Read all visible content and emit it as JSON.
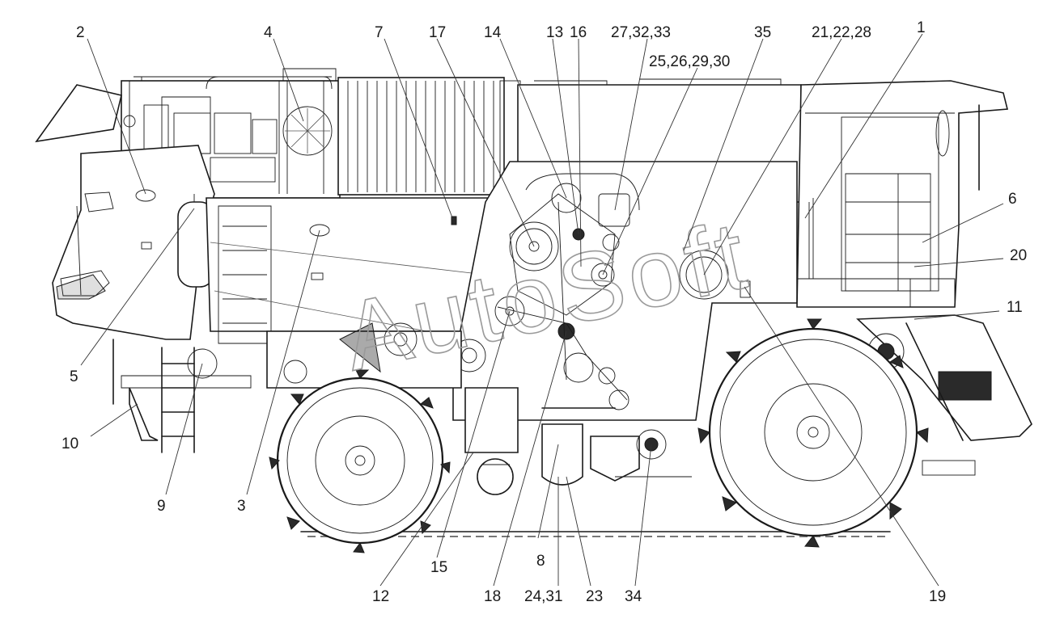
{
  "watermark": "AutoSoft",
  "labels": {
    "l1": "1",
    "l2": "2",
    "l3": "3",
    "l4": "4",
    "l5": "5",
    "l6": "6",
    "l7": "7",
    "l8": "8",
    "l9": "9",
    "l10": "10",
    "l11": "11",
    "l12": "12",
    "l13": "13",
    "l14": "14",
    "l15": "15",
    "l16": "16",
    "l17": "17",
    "l18": "18",
    "l19": "19",
    "l20": "20",
    "l21_22_28": "21,22,28",
    "l23": "23",
    "l24_31": "24,31",
    "l25_26_29_30": "25,26,29,30",
    "l27_32_33": "27,32,33",
    "l34": "34",
    "l35": "35"
  }
}
